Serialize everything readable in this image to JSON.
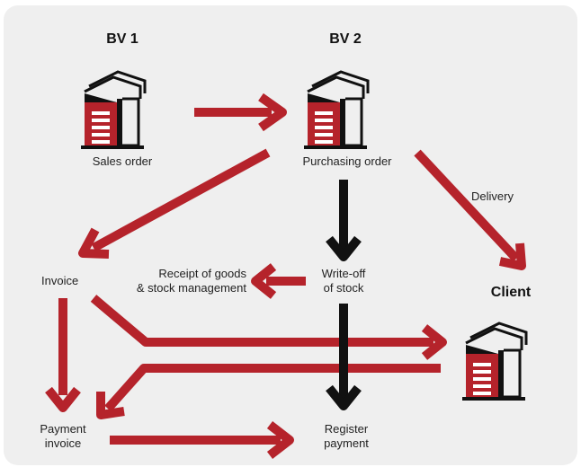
{
  "nodes": {
    "bv1": {
      "title": "BV 1",
      "caption": "Sales order",
      "icon": "office-building-icon"
    },
    "bv2": {
      "title": "BV 2",
      "caption": "Purchasing order",
      "icon": "office-building-icon"
    },
    "client": {
      "title": "Client",
      "icon": "office-building-icon"
    }
  },
  "labels": {
    "delivery": "Delivery",
    "invoice": "Invoice",
    "receipt_of_goods": "Receipt of goods\n& stock management",
    "write_off": "Write-off\nof stock",
    "payment_invoice": "Payment\ninvoice",
    "register_payment": "Register\npayment"
  },
  "colors": {
    "accent_red": "#b5232b",
    "arrow_black": "#111111",
    "panel_bg": "#efefef"
  }
}
